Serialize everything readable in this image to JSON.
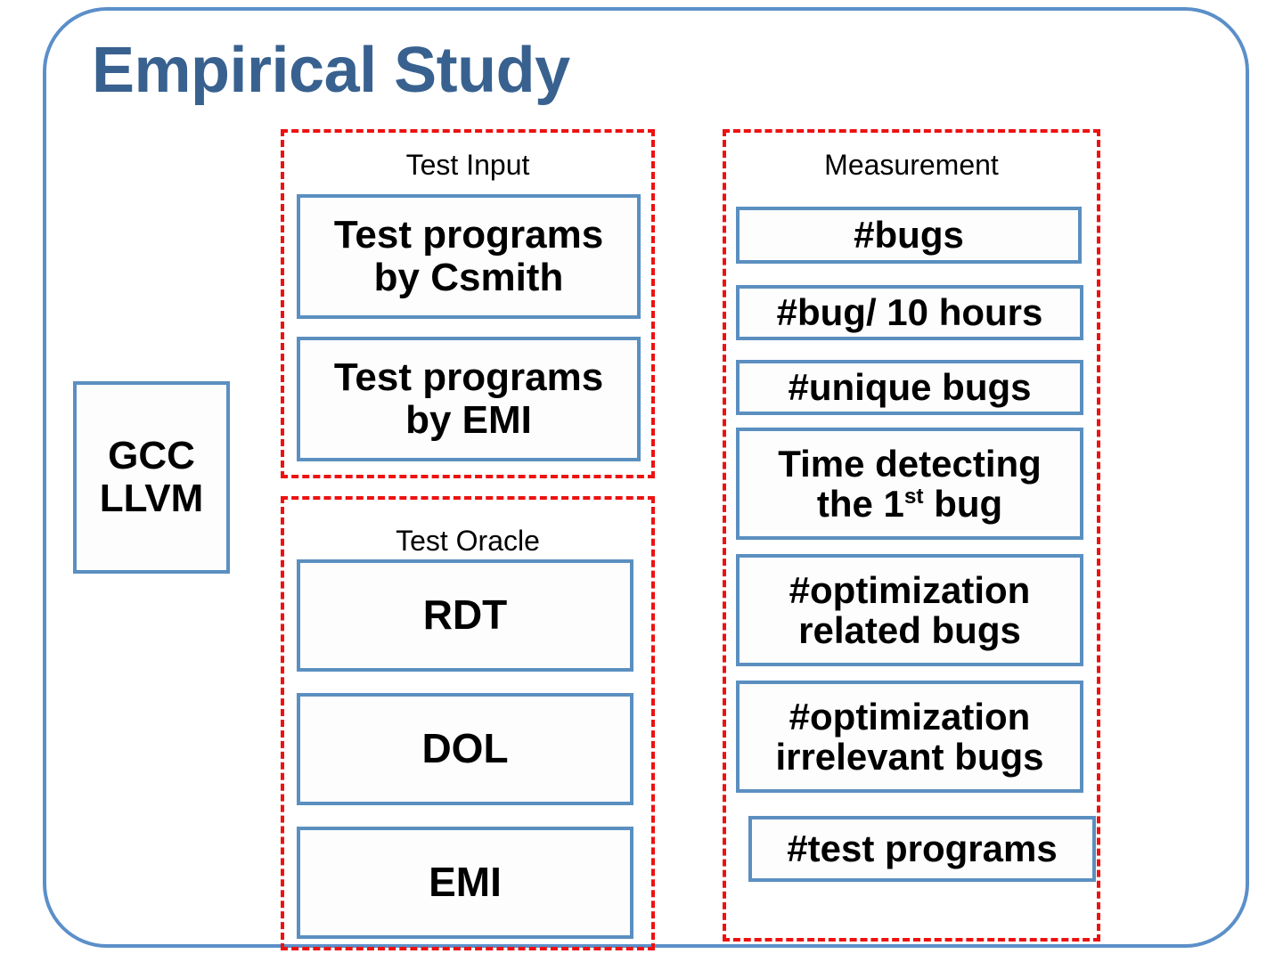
{
  "title": "Empirical Study",
  "colors": {
    "title_blue": "#38618F",
    "frame_blue": "#5B8FC9",
    "box_border_blue": "#5B8FC0",
    "dashed_red": "#EE1111",
    "text_black": "#000000"
  },
  "system_under_test": {
    "label": "GCC\nLLVM",
    "line1": "GCC",
    "line2": "LLVM"
  },
  "groups": [
    {
      "id": "test-input",
      "label": "Test Input",
      "items": [
        {
          "id": "csmith",
          "line1": "Test programs",
          "line2": "by Csmith"
        },
        {
          "id": "emi-input",
          "line1": "Test programs",
          "line2": "by EMI"
        }
      ]
    },
    {
      "id": "test-oracle",
      "label": "Test Oracle",
      "items": [
        {
          "id": "rdt",
          "line1": "RDT"
        },
        {
          "id": "dol",
          "line1": "DOL"
        },
        {
          "id": "emi-oracle",
          "line1": "EMI"
        }
      ]
    },
    {
      "id": "measurement",
      "label": "Measurement",
      "items": [
        {
          "id": "bugs",
          "line1": "#bugs"
        },
        {
          "id": "bug10h",
          "line1": "#bug/ 10 hours"
        },
        {
          "id": "unique",
          "line1": "#unique bugs"
        },
        {
          "id": "time1st",
          "line1": "Time detecting",
          "line2_pre": "the 1",
          "line2_sup": "st",
          "line2_post": " bug"
        },
        {
          "id": "opt-related",
          "line1": "#optimization",
          "line2": "related bugs"
        },
        {
          "id": "opt-irrelevant",
          "line1": "#optimization",
          "line2": "irrelevant bugs"
        },
        {
          "id": "test-programs",
          "line1": "#test programs"
        }
      ]
    }
  ]
}
